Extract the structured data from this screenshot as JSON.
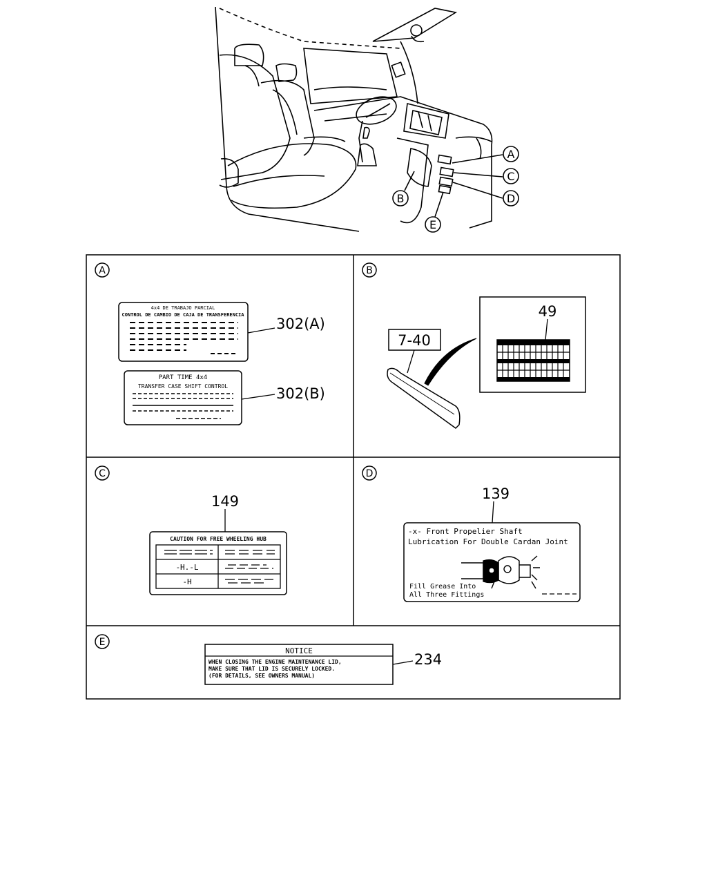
{
  "callouts": {
    "a": "A",
    "b": "B",
    "c": "C",
    "d": "D",
    "e": "E"
  },
  "panel_a": {
    "badge": "A",
    "label1_line1": "4x4 DE TRABAJO PARCIAL",
    "label1_line2": "CONTROL DE CAMBIO DE CAJA DE TRANSFERENCIA",
    "part1": "302(A)",
    "label2_line1": "PART TIME 4x4",
    "label2_line2": "TRANSFER CASE SHIFT CONTROL",
    "part2": "302(B)"
  },
  "panel_b": {
    "badge": "B",
    "part_ref": "7-40",
    "part": "49"
  },
  "panel_c": {
    "badge": "C",
    "part": "149",
    "title": "CAUTION FOR FREE WHEELING HUB",
    "row2": "-H.-L",
    "row3": "-H"
  },
  "panel_d": {
    "badge": "D",
    "part": "139",
    "line1": "-x- Front Propelier Shaft",
    "line2": "Lubrication For Double Cardan Joint",
    "line3": "Fill Grease Into",
    "line4": "All Three Fittings"
  },
  "panel_e": {
    "badge": "E",
    "title": "NOTICE",
    "line1": "WHEN CLOSING THE ENGINE MAINTENANCE LID,",
    "line2": "MAKE SURE THAT LID IS SECURELY LOCKED.",
    "line3": "(FOR DETAILS, SEE OWNERS MANUAL)",
    "part": "234"
  }
}
